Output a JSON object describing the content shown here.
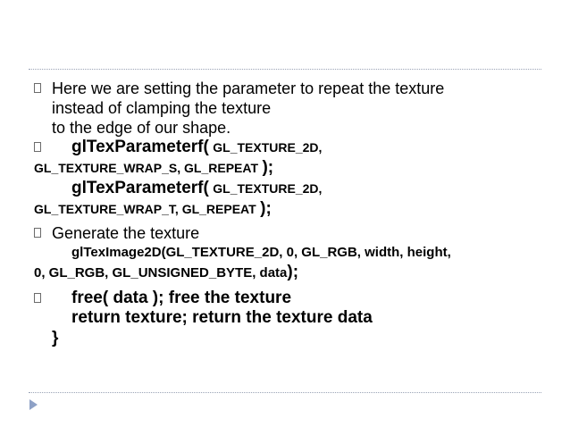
{
  "bullets": [
    {
      "lines": [
        "Here we are setting the parameter to repeat the texture",
        "instead of clamping the texture",
        "to the edge of our shape."
      ]
    },
    {
      "call1": {
        "fn": "glTexParameterf(",
        "arg1": "GL_TEXTURE_2D,",
        "arg2": "GL_TEXTURE_WRAP_S, GL_REPEAT",
        "end": ");"
      },
      "call2": {
        "fn": "glTexParameterf(",
        "arg1": "GL_TEXTURE_2D,",
        "arg2": "GL_TEXTURE_WRAP_T, GL_REPEAT",
        "end": ");"
      }
    },
    {
      "title": "Generate the texture",
      "code_line1": "glTexImage2D(GL_TEXTURE_2D, 0, GL_RGB, width, height,",
      "code_line2": "0, GL_RGB, GL_UNSIGNED_BYTE, data",
      "code_end": ");"
    },
    {
      "line1": "free( data ); free the texture",
      "line2": "return texture; return the texture data"
    }
  ],
  "closing_brace": "}"
}
